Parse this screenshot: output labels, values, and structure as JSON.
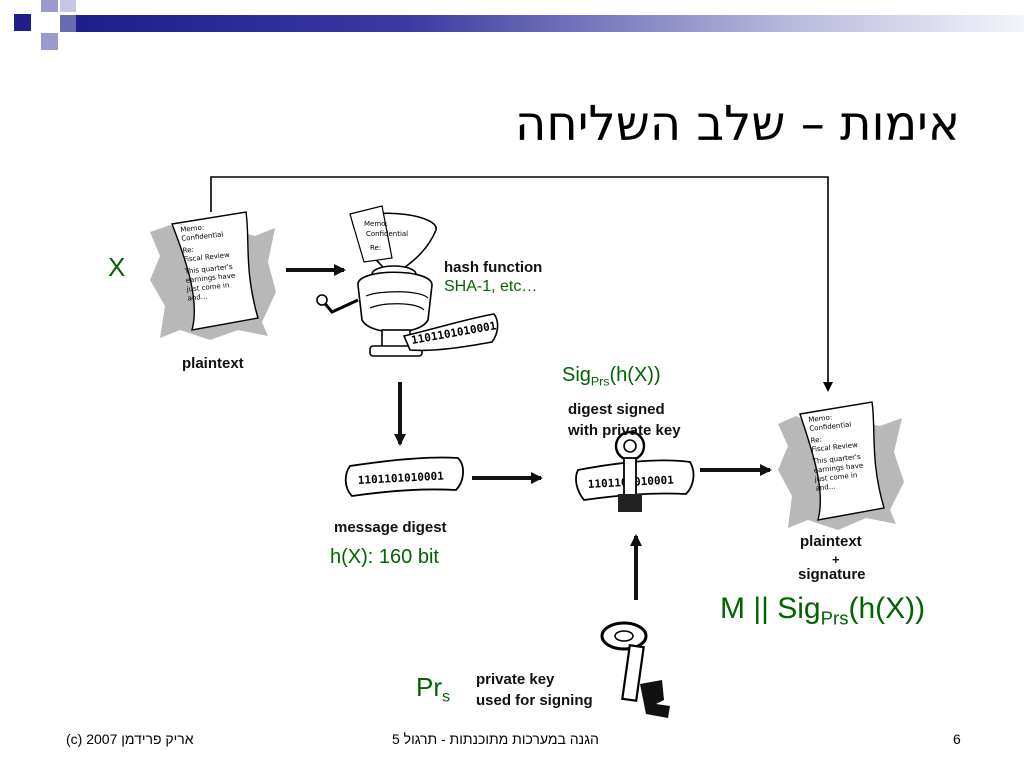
{
  "title": "אימות – שלב השליחה",
  "diagram": {
    "x_label": "X",
    "plaintext_label": "plaintext",
    "hash_function_label": "hash function",
    "hash_examples": "SHA-1, etc…",
    "message_digest_label": "message digest",
    "digest_size": "h(X): 160 bit",
    "sig_main": "Sig",
    "sig_sub": "Prs",
    "sig_tail": "(h(X))",
    "digest_signed_line1": "digest signed",
    "digest_signed_line2": "with private key",
    "output_label_line1": "plaintext",
    "output_label_plus": "+",
    "output_label_line2": "signature",
    "output_prefix": "M || Sig",
    "output_sub": "Prs",
    "output_tail": "(h(X))",
    "private_key_main": "Pr",
    "private_key_sub": "s",
    "private_key_line1": "private key",
    "private_key_line2": "used for signing",
    "memo_lines": [
      "Memo:",
      "Confidential",
      "Re:",
      "Fiscal Review",
      "This quarter's",
      "earnings have",
      "just come in",
      "and..."
    ],
    "bits": "1101101010001"
  },
  "footer": {
    "author": "(c) אריק פרידמן 2007",
    "course": "הגנה במערכות מתוכנתות - תרגול 5",
    "page_number": "6"
  },
  "colors": {
    "accent_dark": "#1e1e8c",
    "accent_light": "#9a9ad0",
    "green_text": "#006400"
  }
}
